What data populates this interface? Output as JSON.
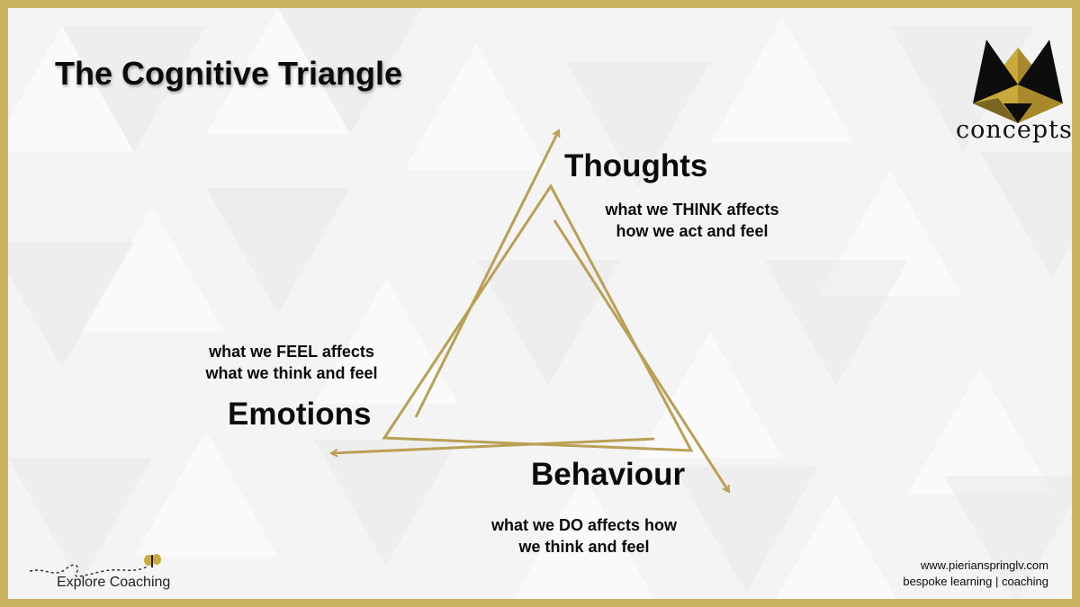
{
  "slide": {
    "title": "The Cognitive Triangle",
    "accent_color": "#c9b25f",
    "line_color": "#b9a055"
  },
  "diagram": {
    "nodes": [
      {
        "id": "thoughts",
        "label": "Thoughts",
        "caption_lines": [
          "what we THINK affects",
          "how we act and feel"
        ]
      },
      {
        "id": "emotions",
        "label": "Emotions",
        "caption_lines": [
          "what we FEEL affects",
          "what we think and feel"
        ]
      },
      {
        "id": "behaviour",
        "label": "Behaviour",
        "caption_lines": [
          "what we DO affects how",
          "we think and feel"
        ]
      }
    ],
    "arrows": [
      "emotions-to-thoughts",
      "thoughts-to-behaviour",
      "behaviour-to-emotions"
    ]
  },
  "logo": {
    "word": "concepts",
    "icon": "fox-head-icon"
  },
  "footer": {
    "website": "www.pierianspringlv.com",
    "tagline": "bespoke learning | coaching"
  },
  "brand": {
    "name": "Explore Coaching",
    "icon": "butterfly-icon"
  }
}
